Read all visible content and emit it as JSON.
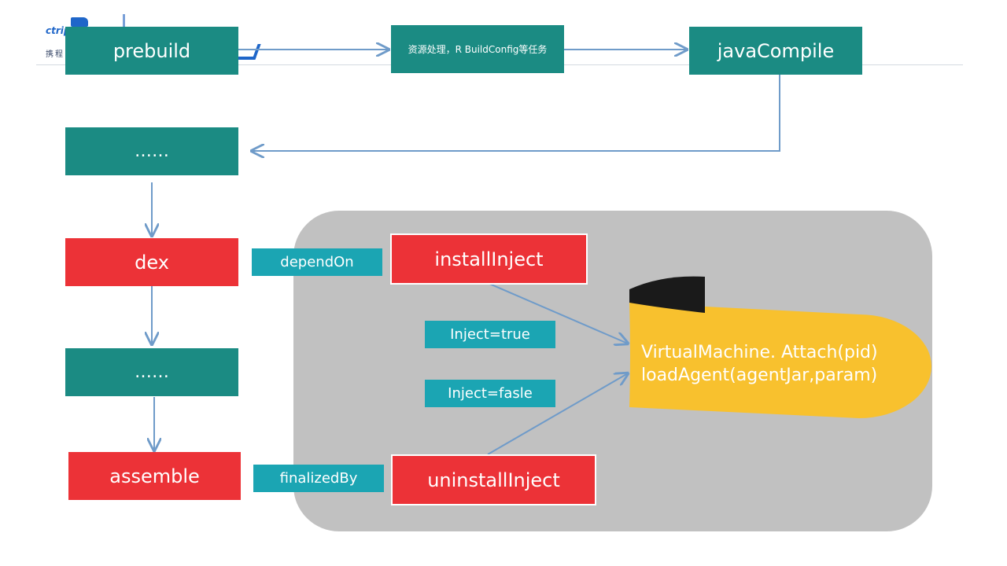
{
  "diagram": {
    "nodes": {
      "prebuild": "prebuild",
      "resources": "资源处理，R BuildConfig等任务",
      "javaCompile": "javaCompile",
      "ellipsis1": "……",
      "dex": "dex",
      "ellipsis2": "……",
      "assemble": "assemble",
      "installInject": "installInject",
      "uninstallInject": "uninstallInject"
    },
    "edge_labels": {
      "dependOn": "dependOn",
      "finalizedBy": "finalizedBy",
      "inject_true": "Inject=true",
      "inject_false": "Inject=fasle"
    },
    "drum": {
      "line1": "VirtualMachine. Attach(pid)",
      "line2": "loadAgent(agentJar,param)"
    },
    "logo": {
      "mark": "ctrip",
      "sub": "携程"
    }
  },
  "colors": {
    "teal": "#1b8b83",
    "red": "#ec3237",
    "tag": "#1ba5b3",
    "panel": "#c1c1c1",
    "drum_body": "#f8c12e",
    "drum_top": "#1a1a1a",
    "arrow": "#6f9bc9"
  }
}
